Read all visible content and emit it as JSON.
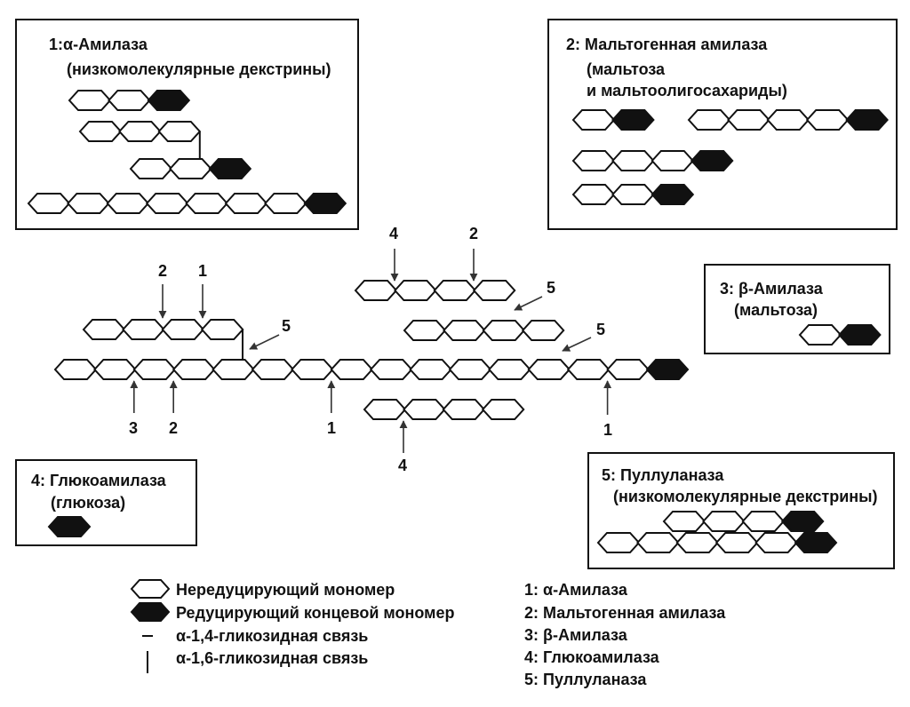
{
  "enzymes": {
    "alpha_amylase": {
      "title": "1:α-Амилаза",
      "products": "(низкомолекулярные декстрины)",
      "chains": [
        {
          "nonreducing": 2,
          "reducing": 1
        },
        {
          "nonreducing": 3,
          "reducing": 0
        },
        {
          "nonreducing": 2,
          "reducing": 1
        },
        {
          "nonreducing": 7,
          "reducing": 1
        }
      ]
    },
    "maltogenic_amylase": {
      "title": "2: Мальтогенная амилаза",
      "products_line1": "(мальтоза",
      "products_line2": "и мальтоолигосахариды)",
      "chains": [
        {
          "nonreducing": 1,
          "reducing": 1
        },
        {
          "nonreducing": 4,
          "reducing": 1
        },
        {
          "nonreducing": 3,
          "reducing": 1
        },
        {
          "nonreducing": 2,
          "reducing": 1
        }
      ]
    },
    "beta_amylase": {
      "title": "3: β-Амилаза",
      "products": "(мальтоза)",
      "chains": [
        {
          "nonreducing": 1,
          "reducing": 1
        }
      ]
    },
    "glucoamylase": {
      "title": "4: Глюкоамилаза",
      "products": "(глюкоза)",
      "chains": [
        {
          "nonreducing": 0,
          "reducing": 1
        }
      ]
    },
    "pullulanase": {
      "title": "5: Пуллуланаза",
      "products": "(низкомолекулярные декстрины)",
      "chains": [
        {
          "nonreducing": 3,
          "reducing": 1
        },
        {
          "nonreducing": 5,
          "reducing": 1
        }
      ]
    }
  },
  "substrate": {
    "main_chain": {
      "nonreducing": 15,
      "reducing": 1
    },
    "branch_chain": {
      "nonreducing": 4,
      "reducing": 0
    },
    "fragments": [
      {
        "nonreducing": 4,
        "reducing": 0
      },
      {
        "nonreducing": 4,
        "reducing": 0
      },
      {
        "nonreducing": 4,
        "reducing": 0
      }
    ]
  },
  "cleavage_arrows": [
    {
      "label": "2"
    },
    {
      "label": "1"
    },
    {
      "label": "5"
    },
    {
      "label": "4"
    },
    {
      "label": "2"
    },
    {
      "label": "5"
    },
    {
      "label": "5"
    },
    {
      "label": "3"
    },
    {
      "label": "2"
    },
    {
      "label": "1"
    },
    {
      "label": "1"
    },
    {
      "label": "4"
    }
  ],
  "legend": {
    "nonreducing": "Нередуцирующий мономер",
    "reducing": "Редуцирующий концевой мономер",
    "bond_14": "α-1,4-гликозидная связь",
    "bond_16": "α-1,6-гликозидная связь",
    "enzymes": [
      "1: α-Амилаза",
      "2: Мальтогенная амилаза",
      "3: β-Амилаза",
      "4: Глюкоамилаза",
      "5: Пуллуланаза"
    ]
  },
  "colors": {
    "outline": "#111111",
    "arrow": "#333333",
    "reducing_fill": "#111111",
    "nonreducing_fill": "#ffffff"
  }
}
